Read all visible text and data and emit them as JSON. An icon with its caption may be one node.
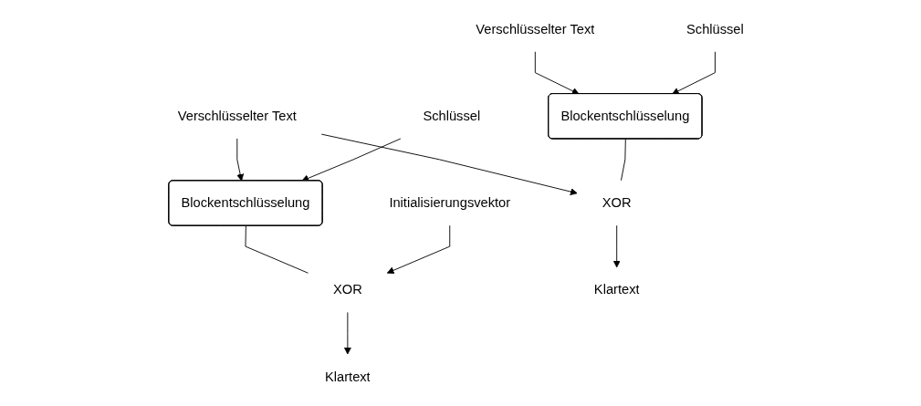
{
  "diagram": {
    "nodes": [
      {
        "text": [
          "Verschlüsselter Text"
        ]
      },
      {
        "text": [
          "Verschlüsselter Text"
        ]
      },
      {
        "text": [
          "Schlüssel"
        ]
      },
      {
        "text": [
          "Blockentschlüsselung"
        ]
      },
      {
        "text": [
          "Schlüssel"
        ]
      },
      {
        "text": [
          "Blockentschlüsselung"
        ]
      },
      {
        "text": [
          "Initialisierungsvektor"
        ]
      },
      {
        "text": [
          "XOR"
        ]
      },
      {
        "text": [
          "XOR"
        ]
      },
      {
        "text": [
          "Klartext"
        ]
      },
      {
        "text": [
          "Klartext"
        ]
      }
    ],
    "edges": [
      {
        "from": 0,
        "to": 3,
        "arrow": "to"
      },
      {
        "from": 0,
        "to": 8,
        "arrow": "to"
      },
      {
        "from": 2,
        "to": 3,
        "arrow": "to"
      },
      {
        "from": 3,
        "to": 7,
        "arrow": "none"
      },
      {
        "from": 6,
        "to": 7,
        "arrow": "to"
      },
      {
        "from": 7,
        "to": 9,
        "arrow": "to"
      },
      {
        "from": 1,
        "to": 5,
        "arrow": "to"
      },
      {
        "from": 4,
        "to": 5,
        "arrow": "to"
      },
      {
        "from": 5,
        "to": 8,
        "arrow": "none"
      },
      {
        "from": 8,
        "to": 10,
        "arrow": "to"
      }
    ]
  }
}
